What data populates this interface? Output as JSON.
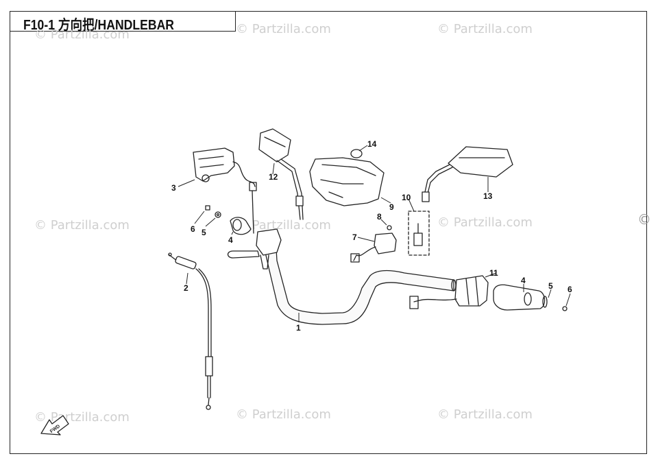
{
  "header": {
    "title": "F10-1 方向把/HANDLEBAR"
  },
  "watermark": {
    "text": "© Partzilla.com"
  },
  "edge_mark": "©",
  "fwd_label": "FWD",
  "callouts": {
    "p1": "1",
    "p2": "2",
    "p3": "3",
    "p4a": "4",
    "p4b": "4",
    "p5a": "5",
    "p5b": "5",
    "p6a": "6",
    "p6b": "6",
    "p7": "7",
    "p8": "8",
    "p9": "9",
    "p10": "10",
    "p11": "11",
    "p12": "12",
    "p13": "13",
    "p14": "14"
  }
}
